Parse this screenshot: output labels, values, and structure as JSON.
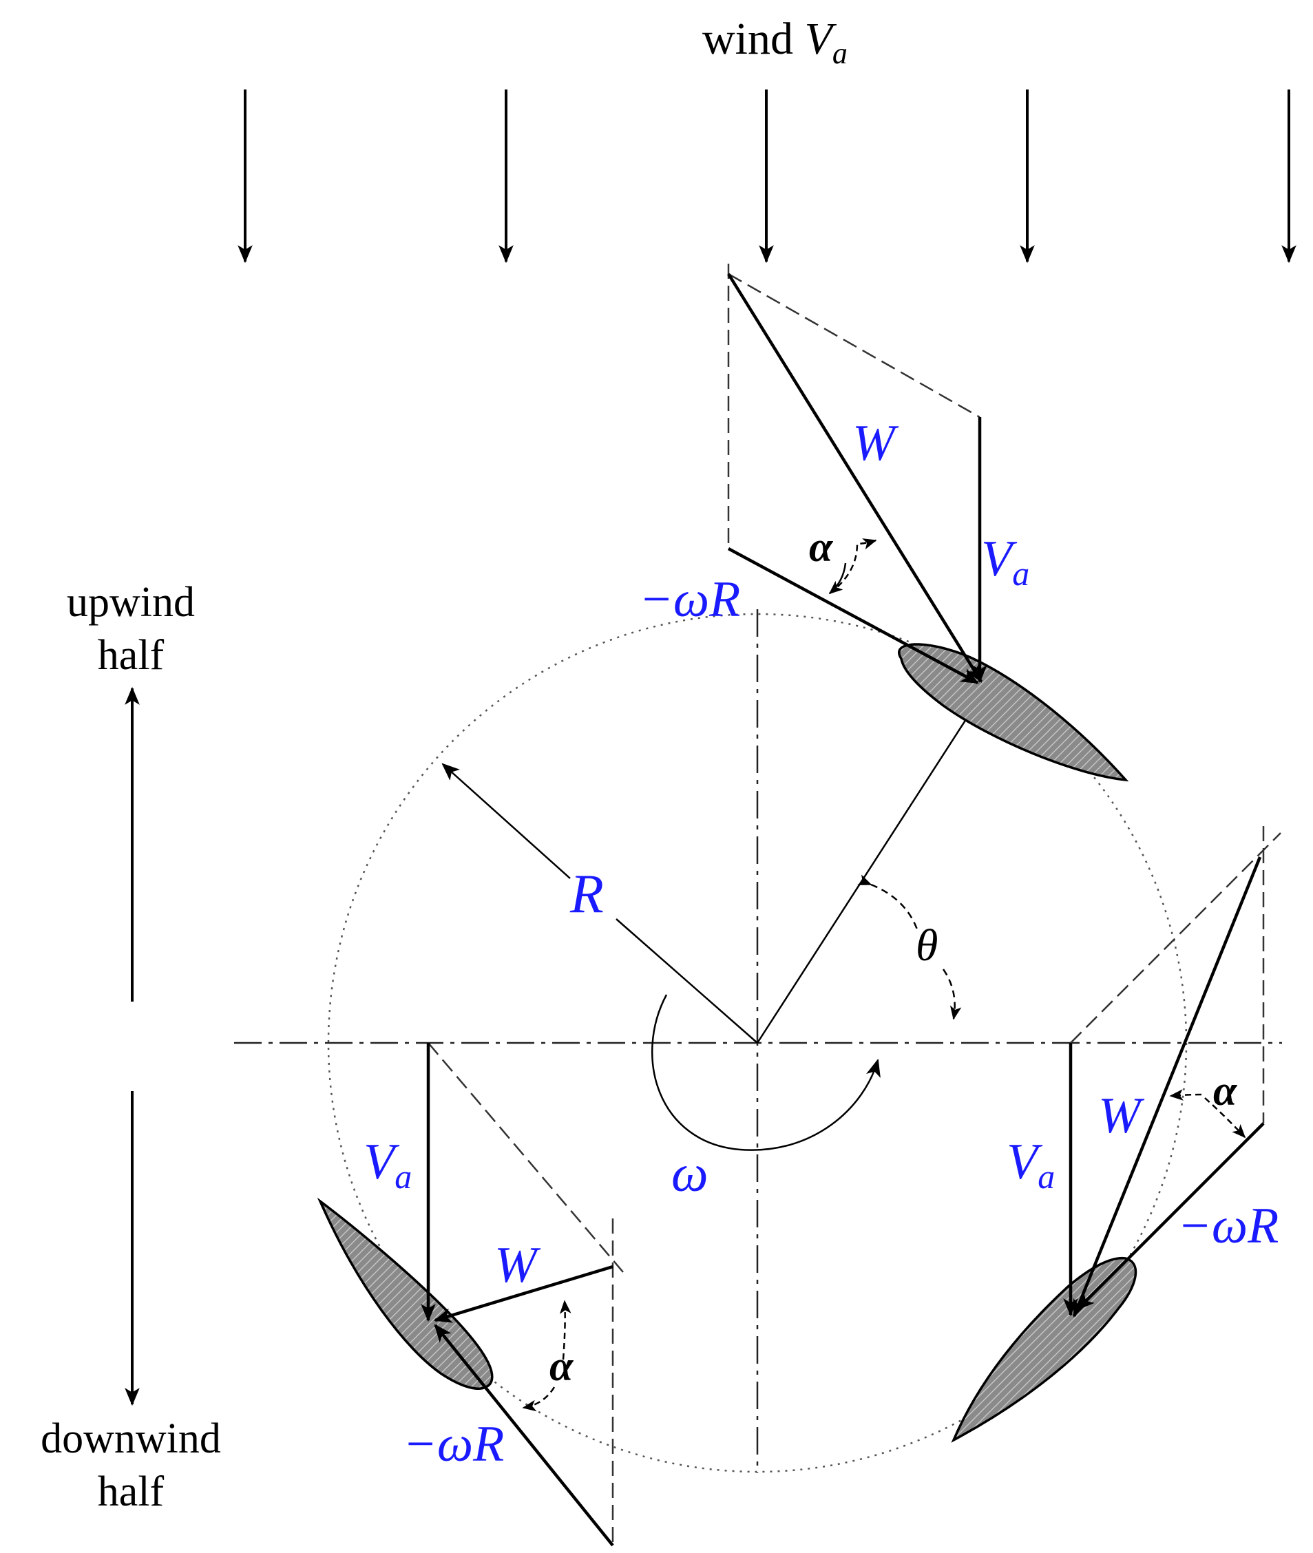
{
  "colors": {
    "vector_label": "#1a1aff",
    "text": "#000000",
    "blade_fill": "#8a8a8a"
  },
  "wind": {
    "word": "wind",
    "symbol": "V",
    "subscript": "a"
  },
  "side_labels": {
    "upwind_line1": "upwind",
    "upwind_line2": "half",
    "downwind_line1": "downwind",
    "downwind_line2": "half"
  },
  "labels": {
    "R": "R",
    "theta": "θ",
    "omega": "ω",
    "top": {
      "W": "W",
      "alpha": "α",
      "Va": "V",
      "Va_sub": "a",
      "minus_omega_R": "−ωR"
    },
    "right": {
      "W": "W",
      "alpha": "α",
      "Va": "V",
      "Va_sub": "a",
      "minus_omega_R": "−ωR"
    },
    "bottom_left": {
      "W": "W",
      "alpha": "α",
      "Va": "V",
      "Va_sub": "a",
      "minus_omega_R": "−ωR"
    }
  }
}
